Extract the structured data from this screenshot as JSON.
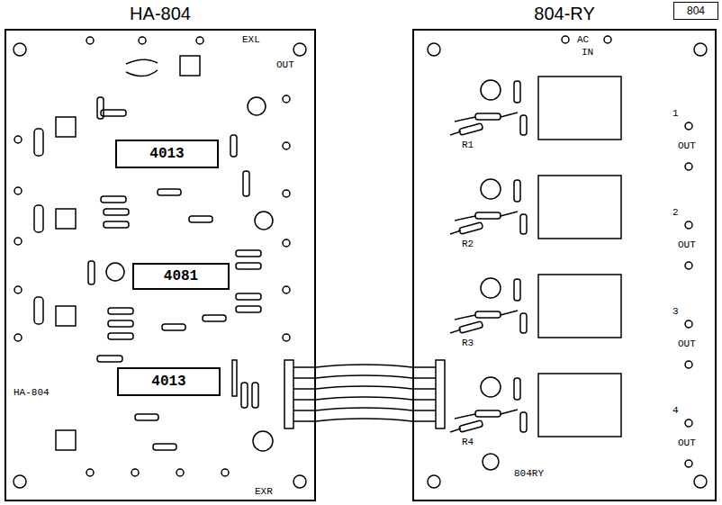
{
  "diagram": {
    "nodes": [
      {
        "text": [
          "HA-804"
        ]
      },
      {
        "text": [
          "4013"
        ],
        "in": 0
      },
      {
        "text": [
          "4081"
        ],
        "in": 0
      },
      {
        "text": [
          "4013"
        ],
        "in": 0
      },
      {
        "text": [
          "804-RY"
        ]
      },
      {
        "text": [
          "804"
        ]
      }
    ],
    "edges": [
      {
        "from": 0,
        "to": 4,
        "arrow": "none"
      }
    ],
    "labels": [
      "EXL",
      "OUT",
      "EXR",
      "AC",
      "IN",
      "1",
      "OUT",
      "2",
      "OUT",
      "3",
      "OUT",
      "4",
      "OUT",
      "R1",
      "R2",
      "R3",
      "R4",
      "804RY",
      "HA-804"
    ]
  }
}
